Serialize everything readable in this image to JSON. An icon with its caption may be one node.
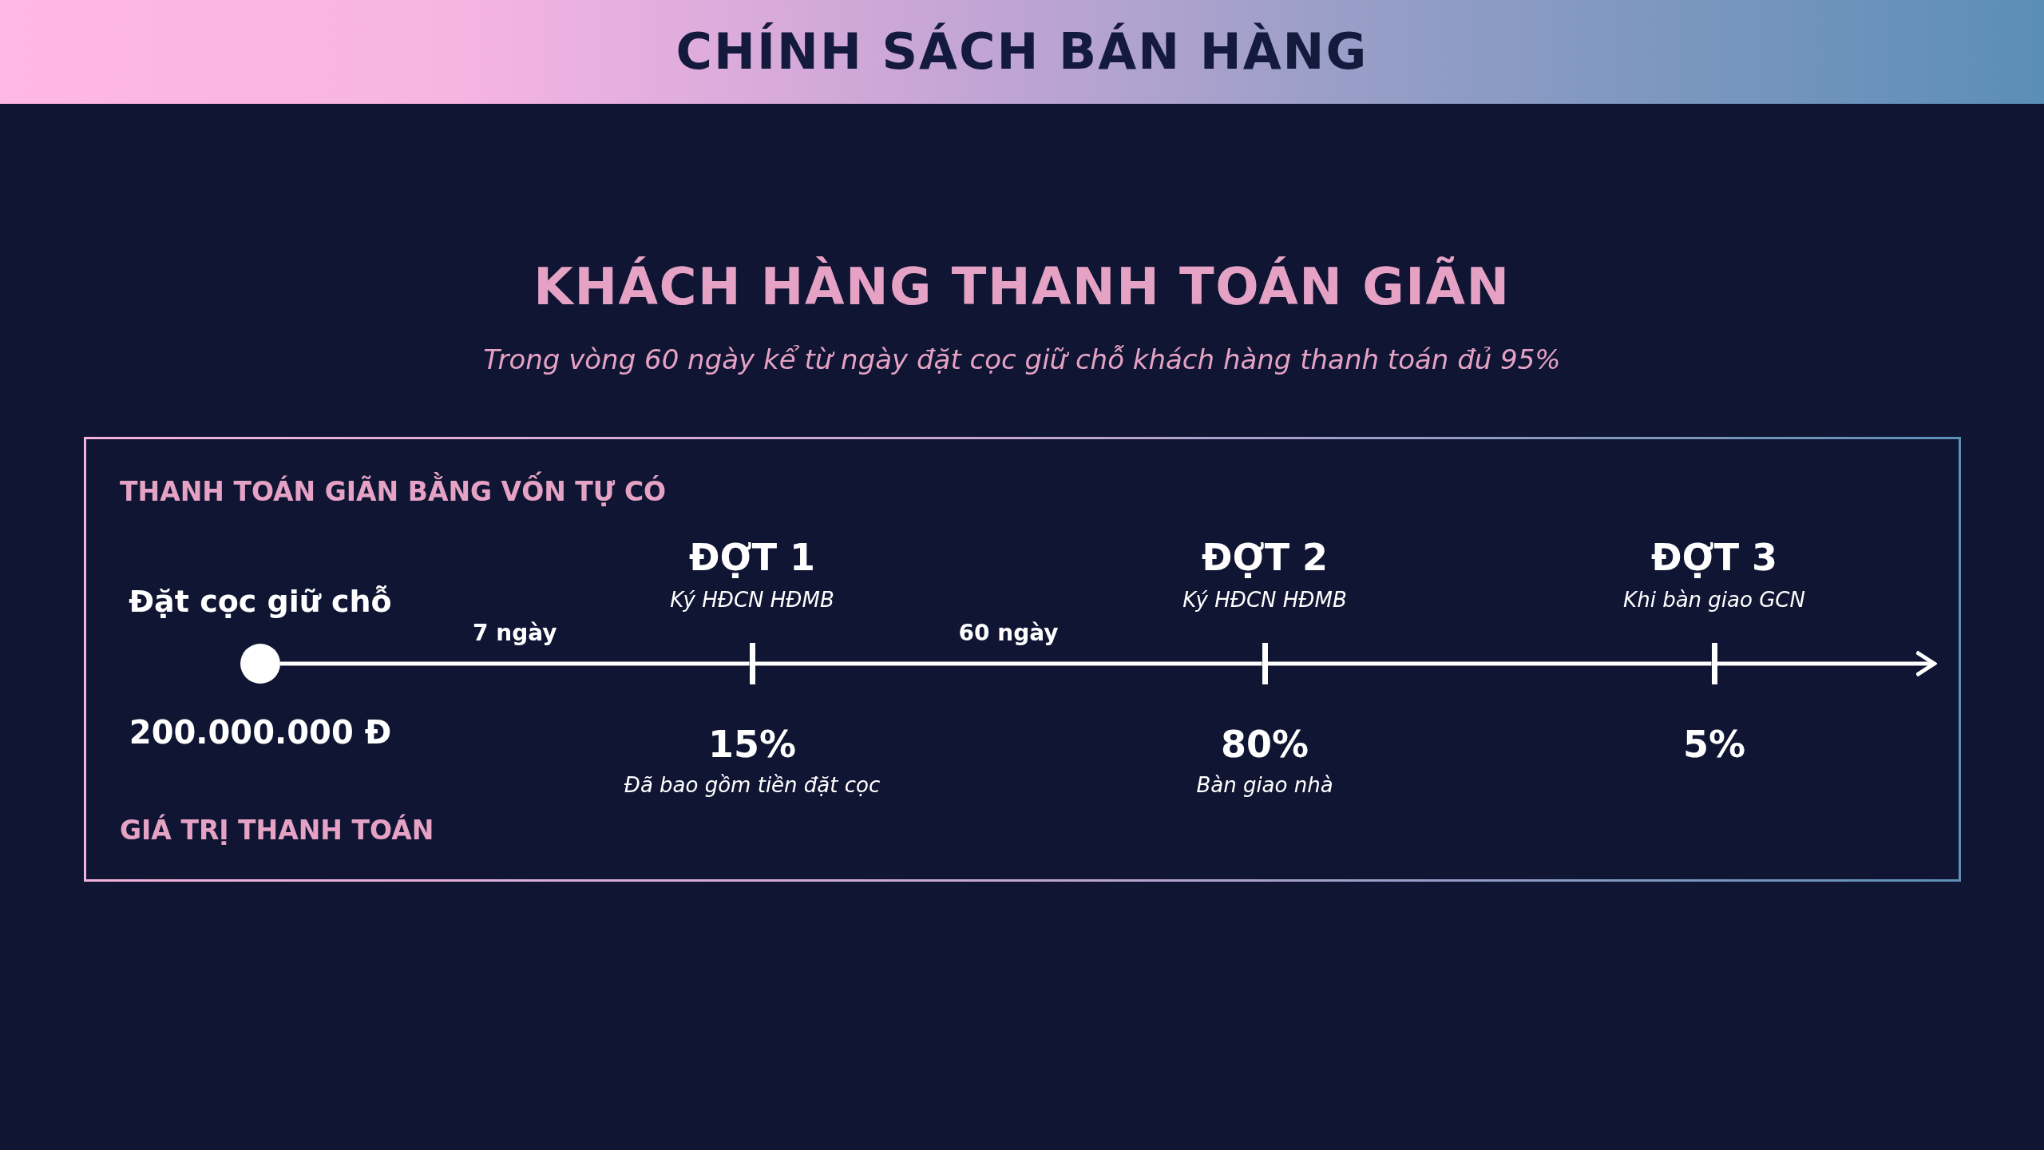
{
  "diagram": {
    "title": "CHÍNH SÁCH BÁN HÀNG",
    "nodes": [
      {
        "text": [
          "THANH TOÁN GIÃN BẰNG VỐN TỰ CÓ",
          "GIÁ TRỊ THANH TOÁN"
        ]
      },
      {
        "text": [],
        "shape": "circle",
        "in": 0,
        "beside": [
          "Đặt cọc giữ chỗ",
          "200.000.000 Đ"
        ]
      },
      {
        "text": [],
        "shape": "bar",
        "in": 0,
        "beside": [
          "ĐỢT 1",
          "Ký HĐCN HĐMB",
          "15%",
          "Đã bao gồm tiền đặt cọc"
        ]
      },
      {
        "text": [],
        "shape": "bar",
        "in": 0,
        "beside": [
          "ĐỢT 2",
          "Ký HĐCN HĐMB",
          "80%",
          "Bàn giao nhà"
        ]
      },
      {
        "text": [],
        "shape": "bar",
        "in": 0,
        "beside": [
          "ĐỢT 3",
          "Khi bàn giao GCN",
          "5%"
        ]
      }
    ],
    "edges": [
      {
        "from": 1,
        "to": 2,
        "arrow": "none",
        "label": "7 ngày"
      },
      {
        "from": 2,
        "to": 3,
        "arrow": "none",
        "label": "60 ngày"
      },
      {
        "from": 3,
        "to": 4,
        "arrow": "none"
      },
      {
        "from": 4,
        "to": null,
        "arrow": "to"
      }
    ],
    "labels": [
      "KHÁCH HÀNG THANH TOÁN GIÃN",
      "Trong vòng 60 ngày kể từ ngày đặt cọc giữ chỗ khách hàng thanh toán đủ 95%"
    ]
  }
}
